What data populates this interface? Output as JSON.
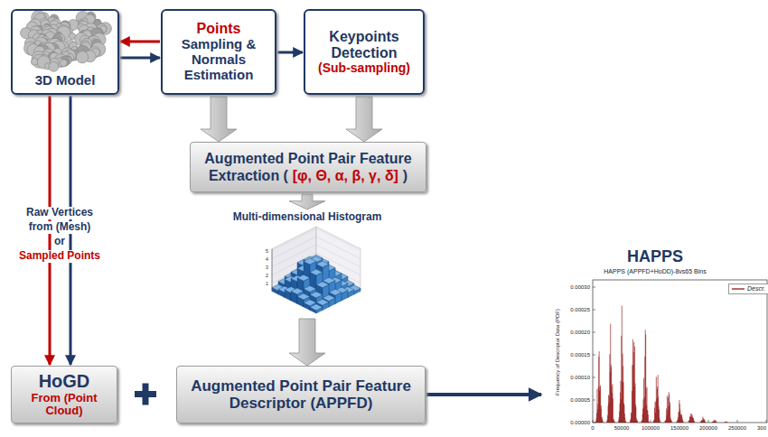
{
  "diagram": {
    "nodes": [
      {
        "text": [
          "3D Model"
        ]
      },
      {
        "text": [
          "Points",
          "Sampling & Normals Estimation"
        ]
      },
      {
        "text": [
          "Keypoints Detection",
          "(Sub-sampling)"
        ]
      },
      {
        "text": [
          "Augmented Point Pair Feature Extraction (",
          "[φ, Θ, α, β, γ, δ]",
          ")"
        ]
      },
      {
        "text": [
          "HoGD",
          "From (Point Cloud)"
        ]
      },
      {
        "text": [
          "Augmented Point Pair Feature Descriptor (APPFD)"
        ]
      },
      {
        "text": [
          "HAPPS",
          "HAPPS (APPFD+HoDD)-8vs65 Bins"
        ]
      }
    ],
    "edges": [
      {
        "from": 0,
        "to": 1,
        "arrow": "to"
      },
      {
        "from": 1,
        "to": 0,
        "arrow": "to"
      },
      {
        "from": 1,
        "to": 2,
        "arrow": "to"
      },
      {
        "from": 1,
        "to": 3,
        "arrow": "to"
      },
      {
        "from": 2,
        "to": 3,
        "arrow": "to"
      },
      {
        "from": 3,
        "to": 5,
        "arrow": "to"
      },
      {
        "from": 0,
        "to": 4,
        "arrow": "to"
      },
      {
        "from": 0,
        "to": 4,
        "arrow": "to"
      },
      {
        "from": 5,
        "to": 6,
        "arrow": "to"
      }
    ],
    "labels": [
      "Raw Vertices",
      "from (Mesh)",
      "or",
      "Sampled Points",
      "Multi-dimensional Histogram",
      "1",
      "2",
      "3",
      "4",
      "5",
      "0.00030",
      "0.00025",
      "0.00020",
      "0.00015",
      "0.00010",
      "0.00005",
      "0.00000",
      "0",
      "50000",
      "100000",
      "150000",
      "200000",
      "250000",
      "300",
      "Frequency of Descriptor Data (PDF)"
    ],
    "legend": [
      {
        "text": "Descr."
      }
    ]
  }
}
